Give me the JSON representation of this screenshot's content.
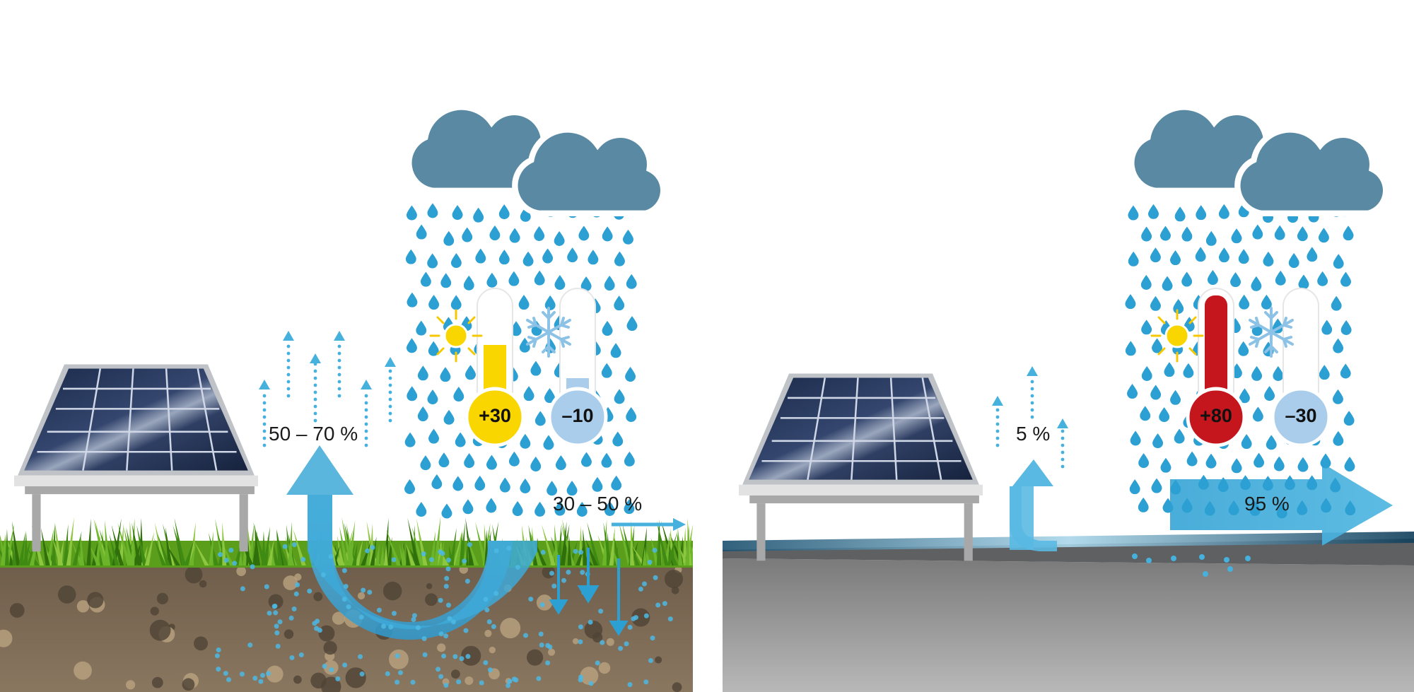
{
  "left_panel": {
    "evaporation_label": "50 – 70 %",
    "runoff_label": "30 – 50 %",
    "hot_temperature": "+30",
    "cold_temperature": "–10",
    "hot_color": "#f9d600",
    "cold_color": "#a9cdea",
    "surface": "grass-and-soil"
  },
  "right_panel": {
    "evaporation_label": "5 %",
    "runoff_label": "95 %",
    "hot_temperature": "+80",
    "cold_temperature": "–30",
    "hot_color": "#c4161c",
    "cold_color": "#a9cdea",
    "surface": "sealed-asphalt"
  },
  "colors": {
    "water": "#2c9fd3",
    "arrow": "#45b1dc",
    "cloud": "#5a8aa3",
    "panel_frame": "#a8a8a8",
    "soil": "#7b6a57"
  },
  "icons": [
    "solar-panel-icon",
    "cloud-icon",
    "raindrop-icon",
    "sun-icon",
    "snowflake-icon",
    "thermometer-icon"
  ]
}
